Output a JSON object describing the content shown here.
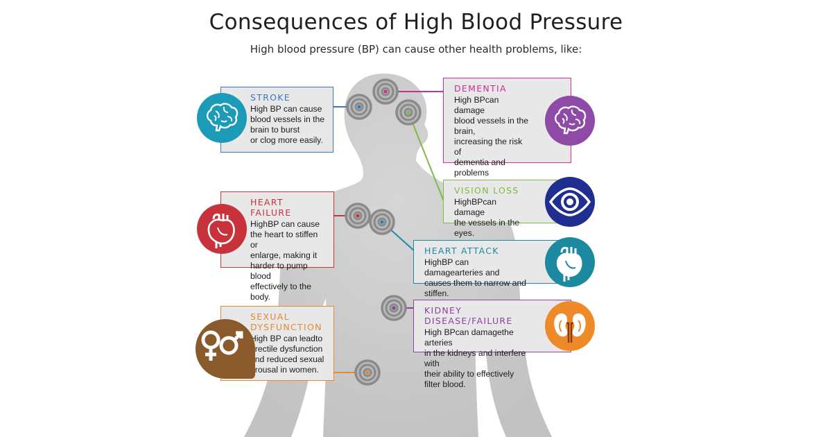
{
  "header": {
    "title": "Consequences of High Blood Pressure",
    "subtitle": "High blood pressure (BP) can cause other health problems, like:"
  },
  "conditions": {
    "stroke": {
      "title": "STROKE",
      "text": "High BP can cause\nblood vessels in the\nbrain to burst\nor clog more easily.",
      "color": "#3a78c1",
      "icon": "brain-icon",
      "icon_bg": "#1b9bb8"
    },
    "dementia": {
      "title": "DEMENTIA",
      "text": "High BPcan damage\nblood vessels in the brain,\nincreasing the risk of\ndementia and problems\nwith memory, focus, and\nother thinking skills.",
      "color": "#cc2e93",
      "icon": "brain-icon",
      "icon_bg": "#8e4aa6"
    },
    "vision_loss": {
      "title": "VISION LOSS",
      "text": "HighBPcan damage\nthe vessels in the eyes.",
      "color": "#7cbb45",
      "icon": "eye-icon",
      "icon_bg": "#1f2e8f"
    },
    "heart_failure": {
      "title": "HEART FAILURE",
      "text": "HighBP can cause\nthe heart to stiffen or\nenlarge, making it\nharder to pump blood\neffectively to the body.",
      "color": "#c8323a",
      "icon": "heart-icon",
      "icon_bg": "#c8323a"
    },
    "heart_attack": {
      "title": "HEART ATTACK",
      "text": "HighBP can damagearteries and\ncauses them to narrow and stiffen.",
      "color": "#1b8aa0",
      "icon": "heart-icon",
      "icon_bg": "#1b8aa0"
    },
    "kidney": {
      "title": "KIDNEY DISEASE/FAILURE",
      "text": "High BPcan damagethe arteries\nin the kidneys and interfere with\ntheir ability to effectively filter blood.",
      "color": "#8e3fa2",
      "icon": "kidney-icon",
      "icon_bg": "#ee8a2a"
    },
    "sexual": {
      "title": "SEXUAL\nDYSFUNCTION",
      "text": "High BP can leadto\nerectile dysfunction\nand reduced sexual\narousal in women.",
      "color": "#e28a2f",
      "icon": "gender-symbols-icon",
      "icon_bg": "#8a5a2c"
    }
  },
  "colors": {
    "body": "#cccccc",
    "target_ring": "#8a8a8a"
  }
}
